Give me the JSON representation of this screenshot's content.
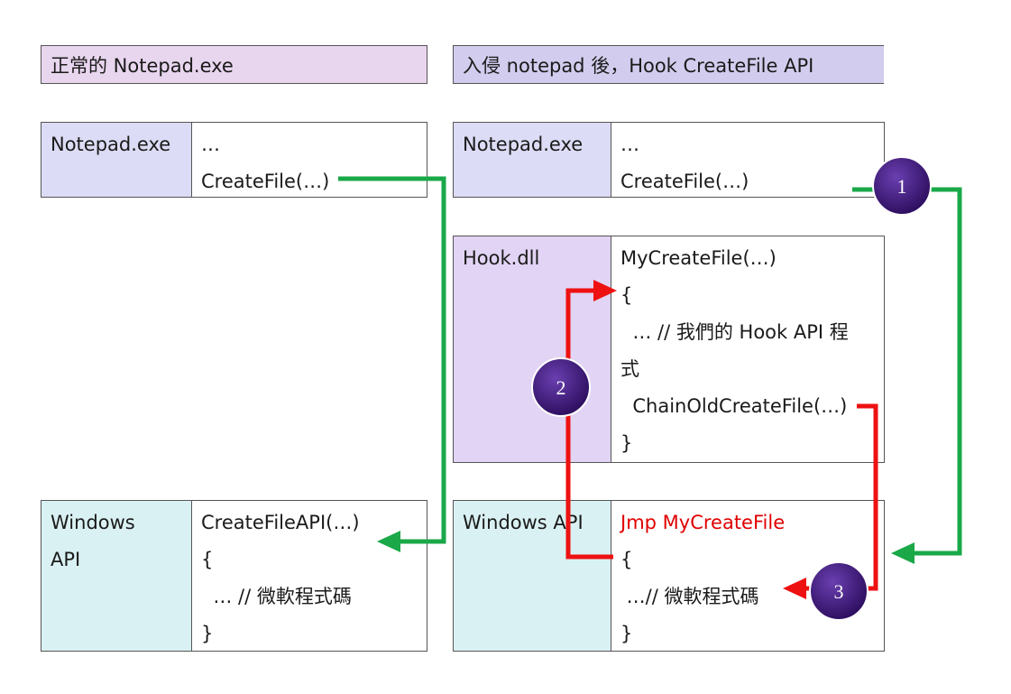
{
  "titles": {
    "left": "正常的 Notepad.exe",
    "right": "入侵 notepad 後，Hook CreateFile API"
  },
  "left": {
    "notepad": {
      "label": "Notepad.exe",
      "lines": [
        "…",
        "CreateFile(…)"
      ]
    },
    "winapi": {
      "label_line1": "Windows",
      "label_line2": "API",
      "lines": [
        "CreateFileAPI(…)",
        "{",
        "  … // 微軟程式碼",
        "}"
      ]
    }
  },
  "right": {
    "notepad": {
      "label": "Notepad.exe",
      "lines": [
        "…",
        "CreateFile(…)"
      ]
    },
    "hook": {
      "label": "Hook.dll",
      "lines": [
        "MyCreateFile(…)",
        "{",
        "  … // 我們的 Hook API 程",
        "式",
        "  ChainOldCreateFile(…)",
        "}"
      ]
    },
    "winapi": {
      "label": "Windows API",
      "jmp": "Jmp MyCreateFile",
      "lines": [
        "{",
        " …// 微軟程式碼",
        "}"
      ]
    }
  },
  "badges": [
    "1",
    "2",
    "3"
  ],
  "colors": {
    "title_left": "#e8d5ee",
    "title_right": "#d2cdee",
    "notepad_label": "#dcdcf6",
    "hook_label": "#e2d4f4",
    "winapi_label": "#daf1f3",
    "green_arrow": "#1aa848",
    "red_arrow": "#ee1111",
    "badge": "#3f1a7a"
  }
}
